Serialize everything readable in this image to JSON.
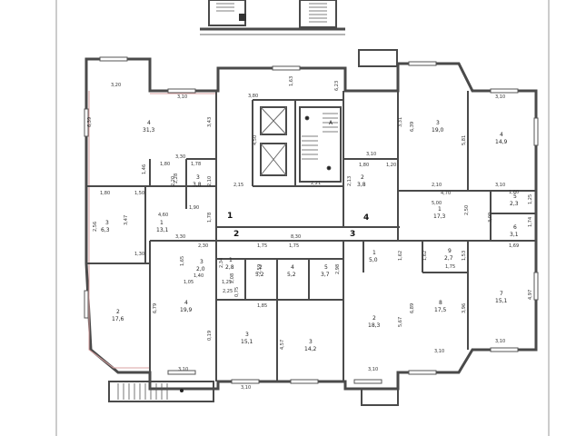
{
  "rooms": [
    {
      "id": "r4a",
      "number": "4",
      "area": "31,3"
    },
    {
      "id": "r3a",
      "number": "3",
      "area": "3,8"
    },
    {
      "id": "r3b",
      "number": "3",
      "area": "6,3"
    },
    {
      "id": "r1a",
      "number": "1",
      "area": "13,1"
    },
    {
      "id": "r2a",
      "number": "2",
      "area": "17,6"
    },
    {
      "id": "r4b",
      "number": "4",
      "area": "19,9"
    },
    {
      "id": "r3c",
      "number": "3",
      "area": "2,0"
    },
    {
      "id": "r1b",
      "number": "1",
      "area": "2,8"
    },
    {
      "id": "r2b",
      "number": "2",
      "area": "5,2"
    },
    {
      "id": "r4c",
      "number": "4",
      "area": "5,2"
    },
    {
      "id": "r5a",
      "number": "5",
      "area": "3,7"
    },
    {
      "id": "r1c",
      "number": "1",
      "area": "5,0"
    },
    {
      "id": "r3d",
      "number": "3",
      "area": "15,1"
    },
    {
      "id": "r3e",
      "number": "3",
      "area": "14,2"
    },
    {
      "id": "r2c",
      "number": "2",
      "area": "3,8"
    },
    {
      "id": "r3f",
      "number": "3",
      "area": "19,0"
    },
    {
      "id": "r4d",
      "number": "4",
      "area": "14,9"
    },
    {
      "id": "r1d",
      "number": "1",
      "area": "17,3"
    },
    {
      "id": "r5b",
      "number": "5",
      "area": "2,3"
    },
    {
      "id": "r6a",
      "number": "6",
      "area": "3,1"
    },
    {
      "id": "r9a",
      "number": "9",
      "area": "2,7"
    },
    {
      "id": "r8a",
      "number": "8",
      "area": "17,5"
    },
    {
      "id": "r7a",
      "number": "7",
      "area": "15,1"
    },
    {
      "id": "r2d",
      "number": "2",
      "area": "18,3"
    },
    {
      "id": "rA",
      "number": "А",
      "area": ""
    }
  ],
  "axes": [
    "1",
    "2",
    "3",
    "4"
  ],
  "dimensions": [
    "3,20",
    "3,10",
    "6,39",
    "3,43",
    "3,30",
    "1,46",
    "1,80",
    "1,78",
    "2,10",
    "1,50",
    "2,20",
    "1,90",
    "4,60",
    "3,47",
    "2,56",
    "1,80",
    "1,30",
    "1,65",
    "3,30",
    "2,30",
    "1,78",
    "6,79",
    "1,40",
    "1,25",
    "2,34",
    "1,75",
    "2,59",
    "1,75",
    "2,98",
    "1,85",
    "0,75",
    "0,19",
    "3,10",
    "2,25",
    "8,30",
    "3,80",
    "1,63",
    "4,50",
    "2,15",
    "6,23",
    "2,21",
    "3,10",
    "3,31",
    "1,80",
    "2,13",
    "1,20",
    "6,39",
    "3,10",
    "5,81",
    "3,10",
    "2,10",
    "4,70",
    "2,50",
    "5,00",
    "1,60",
    "1,25",
    "3,09",
    "1,74",
    "1,69",
    "1,75",
    "1,53",
    "1,62",
    "6,89",
    "3,96",
    "4,97",
    "3,10",
    "4,57",
    "3,10",
    "1,62",
    "5,67",
    "3,10",
    "3,10",
    "2,08",
    "1,05",
    "2,28"
  ]
}
